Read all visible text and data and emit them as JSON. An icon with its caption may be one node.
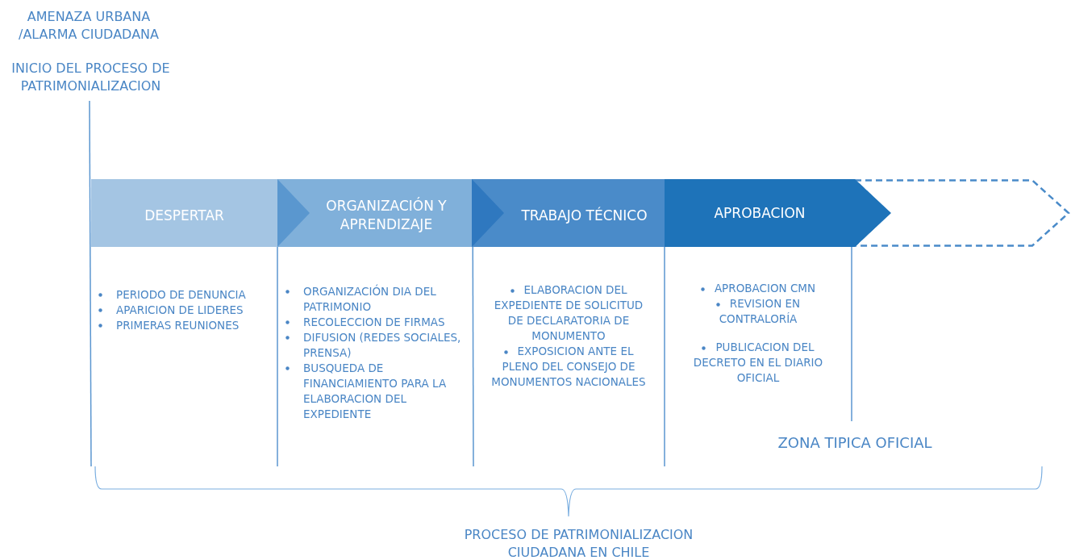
{
  "diagram": {
    "nodes": [
      {
        "text": [
          "DESPERTAR"
        ],
        "beside": [
          "PERIODO DE DENUNCIA",
          "APARICION DE LIDERES",
          "PRIMERAS REUNIONES"
        ]
      },
      {
        "text": [
          "ORGANIZACIÓN Y APRENDIZAJE"
        ],
        "beside": [
          "ORGANIZACIÓN DIA DEL PATRIMONIO",
          "RECOLECCION DE FIRMAS",
          "DIFUSION (REDES SOCIALES, PRENSA)",
          "BUSQUEDA DE FINANCIAMIENTO PARA LA ELABORACION DEL EXPEDIENTE"
        ]
      },
      {
        "text": [
          "TRABAJO TÉCNICO"
        ],
        "beside": [
          "ELABORACION DEL EXPEDIENTE DE SOLICITUD DE DECLARATORIA DE MONUMENTO",
          "EXPOSICION ANTE EL PLENO DEL CONSEJO DE MONUMENTOS NACIONALES"
        ]
      },
      {
        "text": [
          "APROBACION"
        ],
        "beside": [
          "APROBACION CMN",
          "REVISION EN CONTRALORÍA",
          "PUBLICACION DEL DECRETO EN EL DIARIO OFICIAL"
        ]
      },
      {
        "text": [],
        "shape": "chevron"
      }
    ],
    "edges": [],
    "labels": [
      "AMENAZA URBANA /ALARMA CIUDADANA",
      "INICIO DEL PROCESO DE PATRIMONIALIZACION",
      "ZONA TIPICA OFICIAL",
      "PROCESO DE PATRIMONIALIZACION CIUDADANA EN CHILE"
    ]
  }
}
